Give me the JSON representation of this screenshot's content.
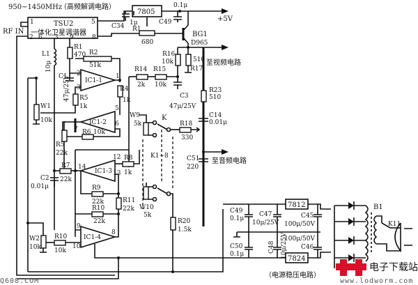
{
  "header": {
    "band_label": "950~1450MHz",
    "band_note": "（高频解调电路）"
  },
  "tuner": {
    "ref": "TSU2",
    "name": "一体化卫星调谐器",
    "input_label": "RF IN",
    "pins": [
      "1",
      "2",
      "6",
      "3",
      "9",
      "5",
      "8"
    ]
  },
  "regulators": {
    "v5": "7805",
    "v12": "7812",
    "v24": "7824"
  },
  "transistor": {
    "ref": "BG1",
    "part": "D965"
  },
  "opamps": [
    {
      "ref": "IC1-1",
      "pins": [
        "2",
        "3",
        "1"
      ]
    },
    {
      "ref": "IC1-2",
      "pins": [
        "5",
        "6",
        "7"
      ]
    },
    {
      "ref": "IC1-3",
      "pins": [
        "12",
        "13",
        "14"
      ]
    },
    {
      "ref": "IC1-4",
      "pins": [
        "9",
        "10",
        "8"
      ]
    }
  ],
  "components": {
    "C34": {
      "ref": "C34",
      "value": "1μ"
    },
    "C49a": {
      "ref": "C49",
      "value": "0.1μ"
    },
    "R1a": {
      "ref": "R1",
      "value": "680"
    },
    "R1b": {
      "ref": "R1",
      "value": "470"
    },
    "R2": {
      "ref": "R2",
      "value": "51k"
    },
    "L1": {
      "ref": "L1",
      "value": "10μ"
    },
    "C1": {
      "ref": "C1",
      "value": "47μ/25V"
    },
    "R5a": {
      "ref": "R5",
      "value": "1k"
    },
    "R4": {
      "ref": "R4",
      "value": "1k"
    },
    "W1": {
      "ref": "W1",
      "value": "10k"
    },
    "R6": {
      "ref": "R6",
      "value": "10k"
    },
    "R5b": {
      "ref": "R5",
      "value": "22k"
    },
    "R7": {
      "ref": "R7",
      "value": "22k"
    },
    "C2": {
      "ref": "C2",
      "value": "0.01μ"
    },
    "R8": {
      "ref": "R8",
      "value": "1k"
    },
    "R9": {
      "ref": "R9",
      "value": "22k"
    },
    "R11": {
      "ref": "R11",
      "value": "22k"
    },
    "R10a": {
      "ref": "R10",
      "value": "22k"
    },
    "R10b": {
      "ref": "R10",
      "value": "10k"
    },
    "W2": {
      "ref": "W2",
      "value": "10k"
    },
    "R14": {
      "ref": "R14",
      "value": "2k"
    },
    "R15": {
      "ref": "R15",
      "value": "10k"
    },
    "R16": {
      "ref": "R16",
      "value": "10k"
    },
    "R17": {
      "ref": "R17",
      "value": "510"
    },
    "C3": {
      "ref": "C3",
      "value": "47μ/25V"
    },
    "R23": {
      "ref": "R23",
      "value": "510"
    },
    "C14": {
      "ref": "C14",
      "value": "0.01μ"
    },
    "C51": {
      "ref": "C51",
      "value": "220"
    },
    "W9": {
      "ref": "W9",
      "value": "5k"
    },
    "W10": {
      "ref": "W10",
      "value": "5k"
    },
    "R18": {
      "ref": "R18",
      "value": "330"
    },
    "R20": {
      "ref": "R20",
      "value": "1.5k"
    },
    "K": {
      "ref": "K",
      "value": "K1~8"
    },
    "C49b": {
      "ref": "C49",
      "value": "0.1μ"
    },
    "C47": {
      "ref": "C47",
      "value": "10μ/25V"
    },
    "C45": {
      "ref": "C45",
      "value": "100μ/50V"
    },
    "C50": {
      "ref": "C50",
      "value": "0.1μ"
    },
    "C48": {
      "ref": "C48",
      "value": "10μ/25V"
    },
    "C46": {
      "ref": "C46",
      "value": "100μ/50V"
    },
    "B1": {
      "ref": "B1"
    },
    "K11": {
      "ref": "K11"
    }
  },
  "outputs": {
    "v5": "+5V",
    "video": "至视频电路",
    "audio": "至音频电路"
  },
  "captions": {
    "power": "（电源稳压电路）"
  },
  "watermarks": {
    "left": "Q608.COM",
    "brand": "电子下载站",
    "url": "www.lodworm.com"
  }
}
